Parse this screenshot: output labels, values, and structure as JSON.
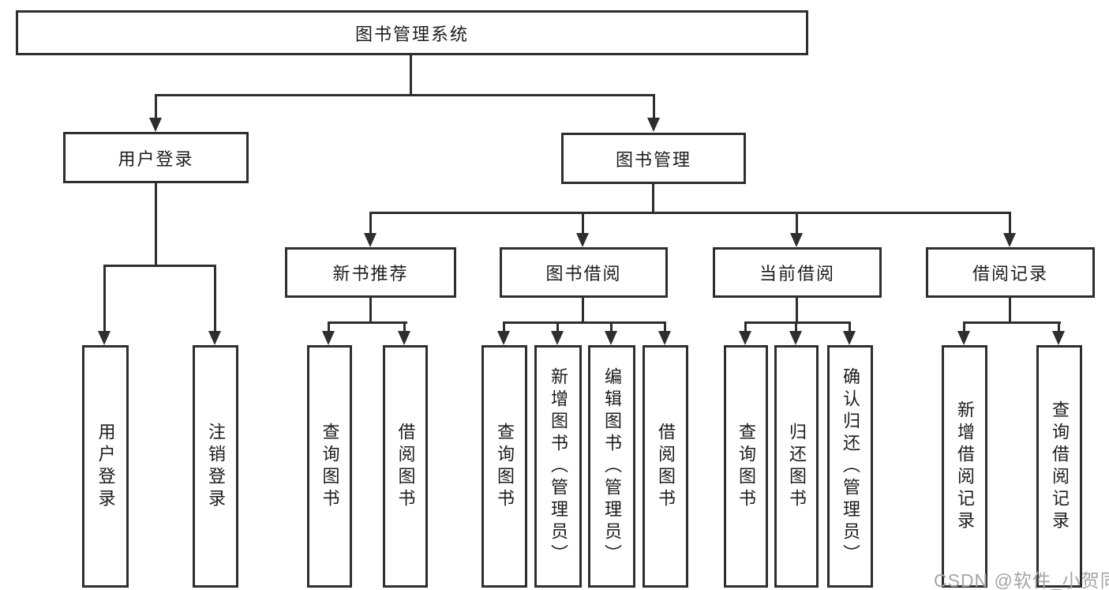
{
  "diagram": {
    "root": "图书管理系统",
    "level2": {
      "user_login": "用户登录",
      "book_management": "图书管理"
    },
    "level3": {
      "new_book_recommend": "新书推荐",
      "book_borrow": "图书借阅",
      "current_borrow": "当前借阅",
      "borrow_record": "借阅记录"
    },
    "leaves": {
      "user_login": "用户登录",
      "logout": "注销登录",
      "nb_query": "查询图书",
      "nb_borrow": "借阅图书",
      "bb_query": "查询图书",
      "bb_add": "新增图书（管理员）",
      "bb_edit": "编辑图书（管理员）",
      "bb_borrow": "借阅图书",
      "cb_query": "查询图书",
      "cb_return": "归还图书",
      "cb_confirm": "确认归还（管理员）",
      "br_add": "新增借阅记录",
      "br_query": "查询借阅记录"
    }
  },
  "watermark": "CSDN @软件_小贺同学",
  "colors": {
    "line": "#2e2e2e",
    "text": "#1c1c1c",
    "background": "#ffffff",
    "watermark": "#a5a5a5"
  }
}
